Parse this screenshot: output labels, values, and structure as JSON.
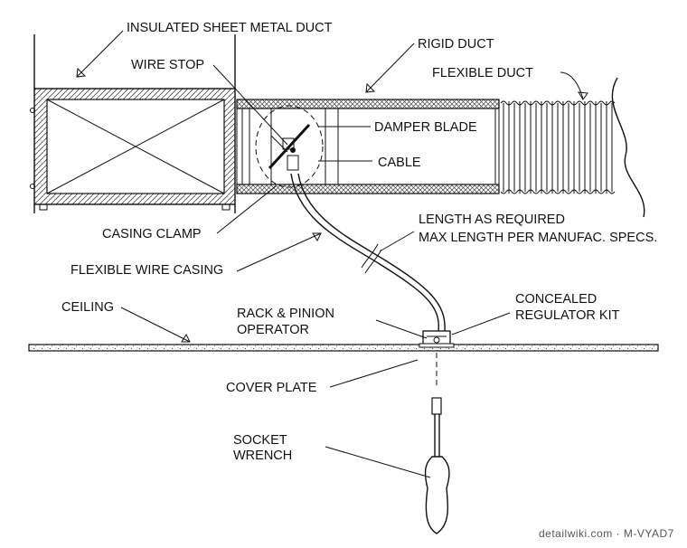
{
  "labels": {
    "insulated_duct": "INSULATED SHEET METAL DUCT",
    "rigid_duct": "RIGID  DUCT",
    "wire_stop": "WIRE STOP",
    "flexible_duct": "FLEXIBLE DUCT",
    "damper_blade": "DAMPER BLADE",
    "cable": "CABLE",
    "length_line1": "LENGTH AS REQUIRED",
    "length_line2": "MAX LENGTH PER MANUFAC. SPECS.",
    "casing_clamp": "CASING CLAMP",
    "flexible_wire_casing": "FLEXIBLE WIRE CASING",
    "ceiling": "CEILING",
    "rack_pinion_line1": "RACK & PINION",
    "rack_pinion_line2": "OPERATOR",
    "concealed_line1": "CONCEALED",
    "concealed_line2": "REGULATOR KIT",
    "cover_plate": "COVER PLATE",
    "socket_line1": "SOCKET",
    "socket_line2": "WRENCH"
  },
  "watermark": "detailwiki.com · M-VYAD7",
  "colors": {
    "ink": "#111111",
    "hatch": "#555555",
    "paper": "#ffffff"
  }
}
